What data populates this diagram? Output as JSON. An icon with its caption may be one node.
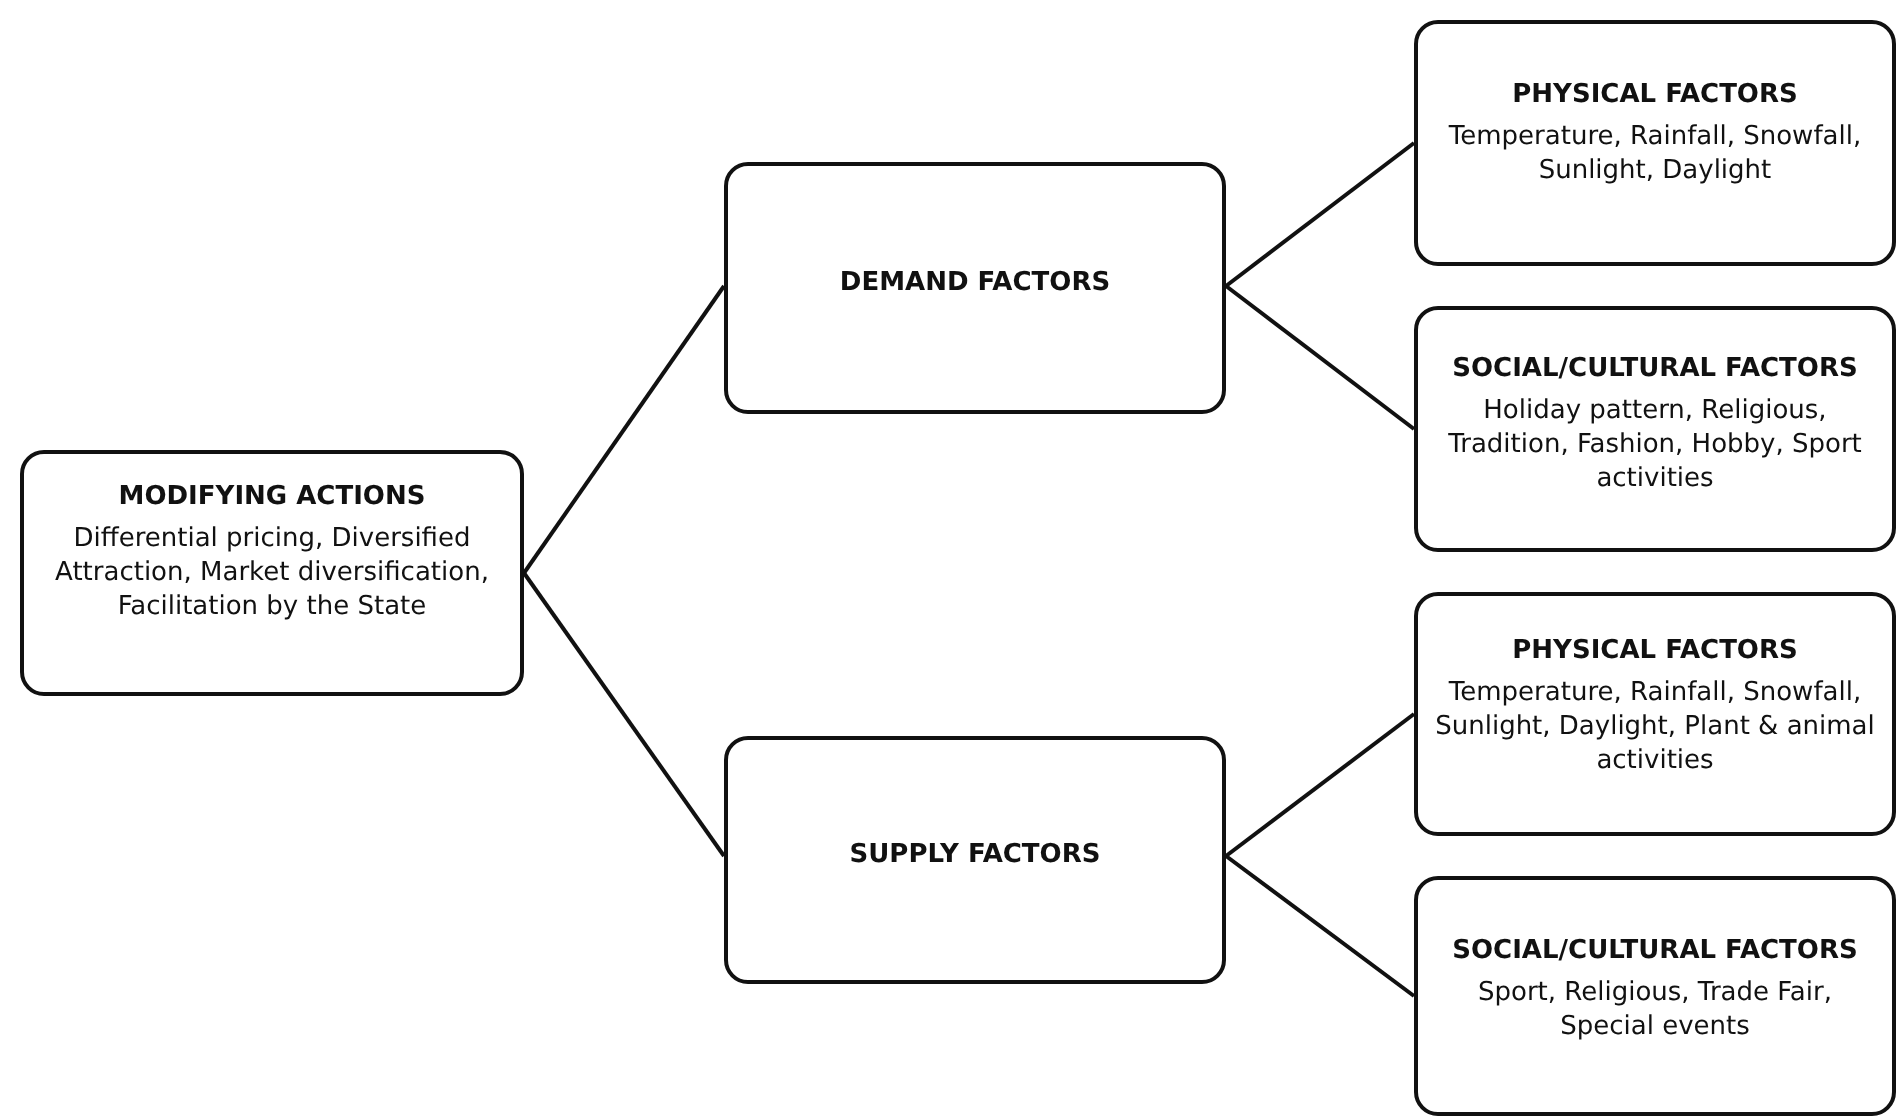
{
  "diagram": {
    "nodes": [
      {
        "text": [
          "MODIFYING ACTIONS",
          "Differential pricing, Diversified Attraction, Market diversification, Facilitation by the State"
        ]
      },
      {
        "text": [
          "DEMAND FACTORS"
        ]
      },
      {
        "text": [
          "PHYSICAL FACTORS",
          "Temperature, Rainfall, Snowfall, Sunlight, Daylight"
        ]
      },
      {
        "text": [
          "SOCIAL/CULTURAL FACTORS",
          "Holiday pattern, Religious, Tradition, Fashion, Hobby, Sport activities"
        ]
      },
      {
        "text": [
          "SUPPLY FACTORS"
        ]
      },
      {
        "text": [
          "PHYSICAL FACTORS",
          "Temperature, Rainfall, Snowfall, Sunlight, Daylight, Plant & animal activities"
        ]
      },
      {
        "text": [
          "SOCIAL/CULTURAL FACTORS",
          "Sport, Religious, Trade Fair, Special events"
        ]
      }
    ],
    "edges": [
      {
        "from": 0,
        "to": 1,
        "arrow": "none"
      },
      {
        "from": 0,
        "to": 4,
        "arrow": "none"
      },
      {
        "from": 1,
        "to": 2,
        "arrow": "none"
      },
      {
        "from": 1,
        "to": 3,
        "arrow": "none"
      },
      {
        "from": 4,
        "to": 5,
        "arrow": "none"
      },
      {
        "from": 4,
        "to": 6,
        "arrow": "none"
      }
    ]
  }
}
